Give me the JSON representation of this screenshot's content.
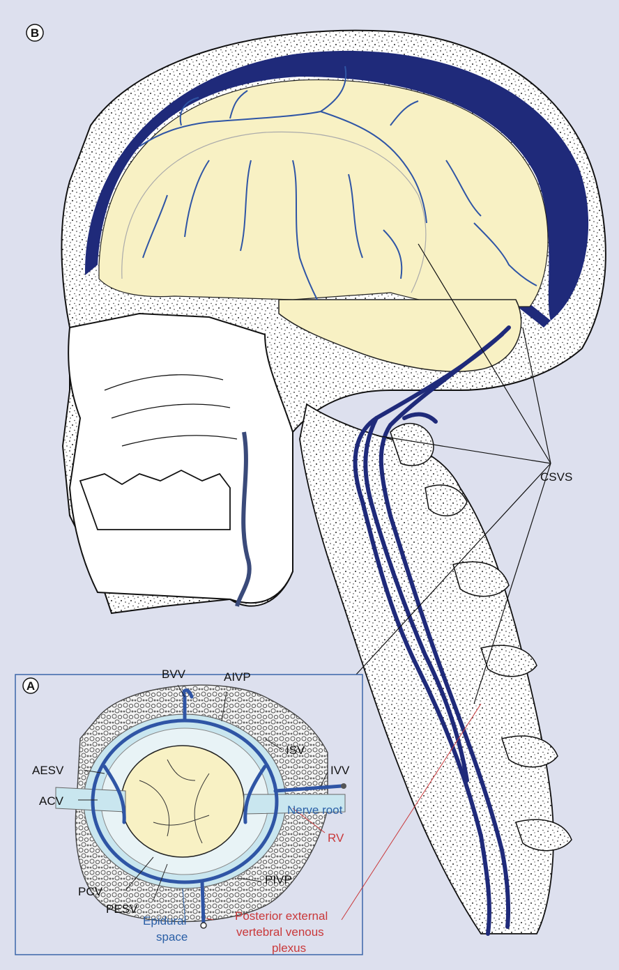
{
  "panels": {
    "main": "B",
    "inset": "A"
  },
  "labels": {
    "csvs": "CSVS",
    "bvv": "BVV",
    "aivp": "AIVP",
    "isv": "ISV",
    "aesv": "AESV",
    "ivv": "IVV",
    "acv": "ACV",
    "nerve_root": "Nerve root",
    "rv": "RV",
    "pivp": "PIVP",
    "pcv": "PCV",
    "pesv": "PESV",
    "epidural_1": "Epidural",
    "epidural_2": "space",
    "posterior_1": "Posterior external",
    "posterior_2": "vertebral venous",
    "posterior_3": "plexus"
  },
  "colors": {
    "background": "#dde0ee",
    "vein": "#1f2a7a",
    "vein_mid": "#2f55a5",
    "brain": "#f8f1c4",
    "bone": "#ffffff",
    "csf": "#c9e6ef",
    "inset_frame": "#3b66a8",
    "blue_label": "#2a5fa6",
    "red_label": "#c9383a"
  }
}
